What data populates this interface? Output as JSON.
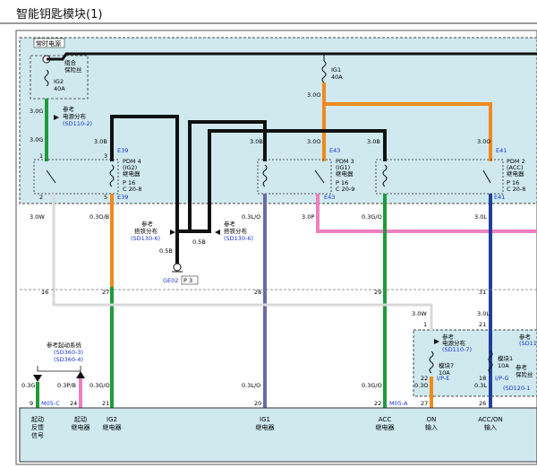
{
  "page": {
    "title": "智能钥匙模块(1)"
  },
  "colors": {
    "panel_fill": "#cfe9ef",
    "wire_black": "#111111",
    "wire_green": "#1f9a3c",
    "wire_orange": "#f08a1c",
    "wire_pink": "#ef7fbf",
    "wire_blue": "#1f3f9a",
    "wire_violet": "#6a6aa6",
    "wire_white": "#d8d8d8",
    "ref_blue": "#1a33cc"
  },
  "labels": {
    "hot_box": "常时电源",
    "fuse_group": "组合",
    "fuse_group2": "保险丝",
    "ig2_fuse": "IG2",
    "ig2_amp": "40A",
    "ig1_fuse": "IG1",
    "ig1_amp": "40A",
    "w_30g_a": "3.0G",
    "w_30g_b": "3.0G",
    "w_30o_a": "3.0O",
    "w_30o_b": "3.0O",
    "w_30b_a": "3.0B",
    "w_30b_b": "3.0B",
    "w_30b_c": "3.0B",
    "w_30o_c": "3.0O",
    "ref": "参考",
    "ref_power": "电源分布",
    "ref_power_code": "(SD110-2)",
    "e39_top": "E39",
    "e43_top": "E43",
    "e41_top": "E41",
    "pdm4": "PDM 4",
    "pdm4_sub": "(IG2)",
    "pdm4_sub2": "继电器",
    "pdm3": "PDM 3",
    "pdm3_sub": "(IG1)",
    "pdm3_sub2": "继电器",
    "pdm2": "PDM 2",
    "pdm2_sub": "(ACC)",
    "pdm2_sub2": "继电器",
    "p16": "P 16",
    "c208": "C 20-8",
    "c209": "C 20-9",
    "pin1": "1",
    "pin2": "2",
    "pin3": "3",
    "pin5": "5",
    "e39_bot": "E39",
    "e43_bot": "E43",
    "e41_bot": "E41",
    "w_30w": "3.0W",
    "w_03ob": "0.3O/B",
    "w_03lo": "0.3L/O",
    "w_30p": "3.0P",
    "w_03go": "0.3G/O",
    "w_30l": "3.0L",
    "ground_ref1": "参考",
    "ground_ref2": "搭铁分布",
    "ground_code": "(SD130-6)",
    "w_05b_a": "0.5B",
    "w_05b_b": "0.5B",
    "ge02": "GE02",
    "p3": "P 3",
    "conn_16": "16",
    "conn_27": "27",
    "conn_28": "28",
    "conn_29": "29",
    "conn_31": "31",
    "w_30w_b": "3.0W",
    "w_30l_b": "3.0L",
    "conn_1": "1",
    "conn_21": "21",
    "start_ref": "参考起动系统",
    "start_ref1": "(SD360-3)",
    "start_ref2": "(SD360-4)",
    "ref_power2": "电源分布",
    "ref_power2_code": "(SD110-7)",
    "module7": "模块7",
    "module7_amp": "10A",
    "module1": "模块1",
    "module1_amp": "10A",
    "ref_sd": "(SD11",
    "ref_fuse": "保险丝",
    "ref_fuse_code": "(SD120-1",
    "w_03g": "0.3G",
    "w_03pb": "0.3P/B",
    "w_03go_b": "0.3G/O",
    "w_03lo_b": "0.3L/O",
    "w_03go_c": "0.3G/O",
    "w_03o": "0.3O",
    "w_03l": "0.3L",
    "pin_9": "9",
    "m05c": "M05-C",
    "pin_24": "24",
    "pin_21": "21",
    "pin_20": "20",
    "pin_22a": "22",
    "m05a": "M05-A",
    "pin_22b": "22",
    "ipe": "I/P-E",
    "pin_18": "18",
    "ipg": "I/P-G",
    "pin_27b": "27",
    "pin_26": "26",
    "b_start_fb": "起动",
    "b_start_fb2": "反馈",
    "b_start_fb3": "信号",
    "b_start_rel": "起动",
    "b_start_rel2": "继电器",
    "b_ig2": "IG2",
    "b_ig2_2": "继电器",
    "b_ig1": "IG1",
    "b_ig1_2": "继电器",
    "b_acc": "ACC",
    "b_acc_2": "继电器",
    "b_on": "ON",
    "b_on_2": "输入",
    "b_accon": "ACC/ON",
    "b_accon_2": "输入"
  }
}
